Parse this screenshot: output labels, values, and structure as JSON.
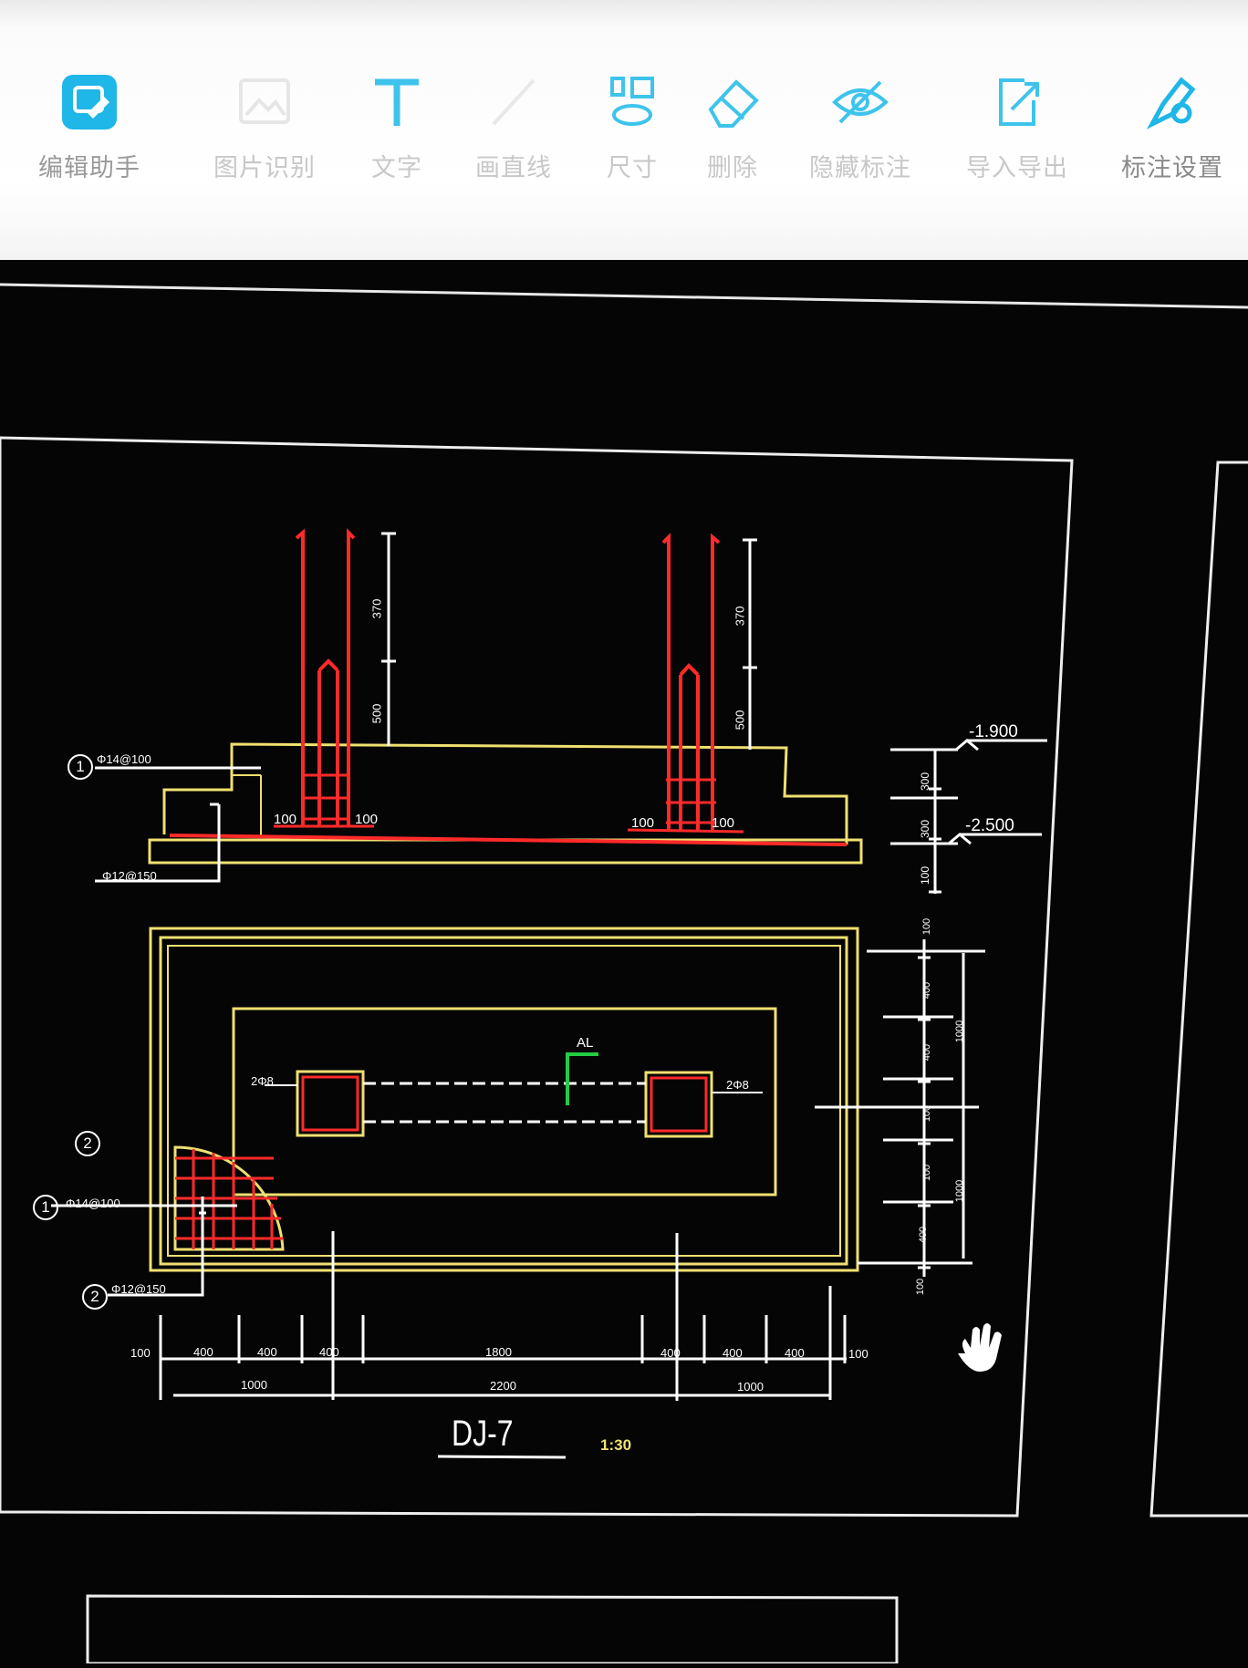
{
  "toolbar": {
    "items": [
      {
        "label": "编辑助手",
        "icon": "edit-assistant-icon"
      },
      {
        "label": "图片识别",
        "icon": "image-recognition-icon"
      },
      {
        "label": "文字",
        "icon": "text-icon"
      },
      {
        "label": "画直线",
        "icon": "line-icon"
      },
      {
        "label": "尺寸",
        "icon": "dimension-icon"
      },
      {
        "label": "删除",
        "icon": "eraser-icon"
      },
      {
        "label": "隐藏标注",
        "icon": "hide-annotation-icon"
      },
      {
        "label": "导入导出",
        "icon": "import-export-icon"
      },
      {
        "label": "标注设置",
        "icon": "annotation-settings-icon"
      }
    ]
  },
  "drawing": {
    "title": "DJ-7",
    "scale": "1:30",
    "elevations": [
      "-1.900",
      "-2.500"
    ],
    "callouts": [
      {
        "num": "1",
        "text": "Φ14@100"
      },
      {
        "num": "2",
        "text": "Φ12@150"
      },
      {
        "num": "1",
        "text": "Φ14@100"
      },
      {
        "num": "2",
        "text": "Φ12@150"
      }
    ],
    "column_dims": [
      "370",
      "500",
      "370",
      "500"
    ],
    "section_labels": [
      "100",
      "100",
      "100",
      "100"
    ],
    "section_right_dims": [
      "300",
      "300",
      "100"
    ],
    "plan_left_labels": [
      "2Φ8",
      "2Φ8"
    ],
    "axis_label": "AL",
    "right_dims": [
      "100",
      "400",
      "400",
      "100",
      "100",
      "400",
      "100"
    ],
    "right_totals": [
      "1000",
      "1000"
    ],
    "bottom_dims": [
      "100",
      "400",
      "400",
      "400",
      "1800",
      "400",
      "400",
      "400",
      "100"
    ],
    "bottom_totals": [
      "1000",
      "2200",
      "1000"
    ]
  },
  "colors": {
    "rebar": "#ff2a2a",
    "concrete": "#f0e070",
    "line": "#ffffff",
    "axis": "#22cc44",
    "background": "#050505"
  }
}
